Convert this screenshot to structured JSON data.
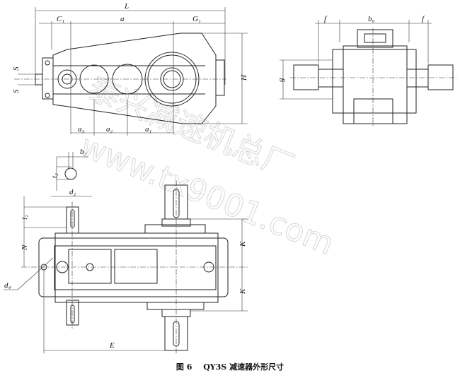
{
  "caption": {
    "figure": "图 6",
    "title": "QY3S 减速器外形尺寸"
  },
  "labels": {
    "L": "L",
    "C1": "C₁",
    "a": "a",
    "G1": "G₁",
    "S_top": "S",
    "S_bottom": "S",
    "H": "H",
    "a3": "a₃",
    "a2": "a₂",
    "a1": "a₁",
    "f_left": "f",
    "b0": "b₀",
    "f_right": "f",
    "g": "g",
    "b2": "b₂",
    "t2": "t₂",
    "d2": "d₂",
    "l2": "l₂",
    "N": "N",
    "K_top": "K",
    "K_bottom": "K",
    "d4": "d₄",
    "E": "E"
  },
  "watermark": {
    "text_cn": "泰兴减速机总厂",
    "url": "www.tx9001.com"
  }
}
